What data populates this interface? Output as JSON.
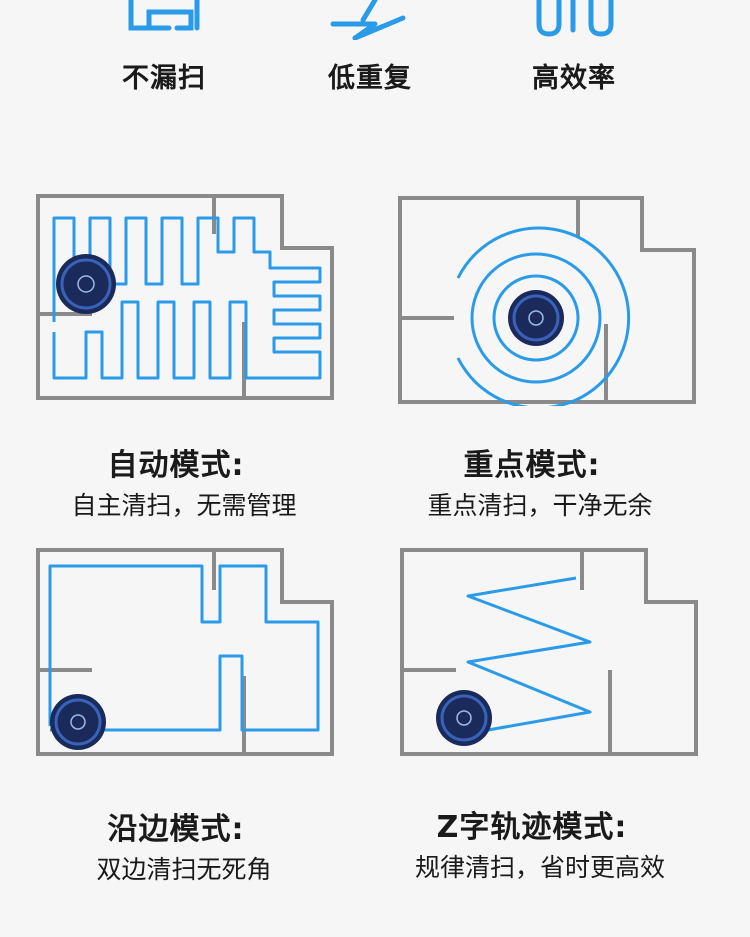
{
  "features": [
    {
      "label": "不漏扫",
      "icon": "grid-path-icon"
    },
    {
      "label": "低重复",
      "icon": "zigzag-icon"
    },
    {
      "label": "高效率",
      "icon": "wave-path-icon"
    }
  ],
  "modes": [
    {
      "title": "自动模式:",
      "desc": "自主清扫，无需管理",
      "diagram": "auto-mode-map"
    },
    {
      "title": "重点模式:",
      "desc": "重点清扫，干净无余",
      "diagram": "spot-mode-map"
    },
    {
      "title": "沿边模式:",
      "desc": "双边清扫无死角",
      "diagram": "edge-mode-map"
    },
    {
      "title": "Z字轨迹模式:",
      "desc": "规律清扫，省时更高效",
      "diagram": "zigzag-mode-map"
    }
  ],
  "colors": {
    "path_blue": "#2a9be8",
    "wall_gray": "#8a8a8a",
    "robot_body": "#1a2a5a",
    "robot_ring": "#3a62b8"
  }
}
